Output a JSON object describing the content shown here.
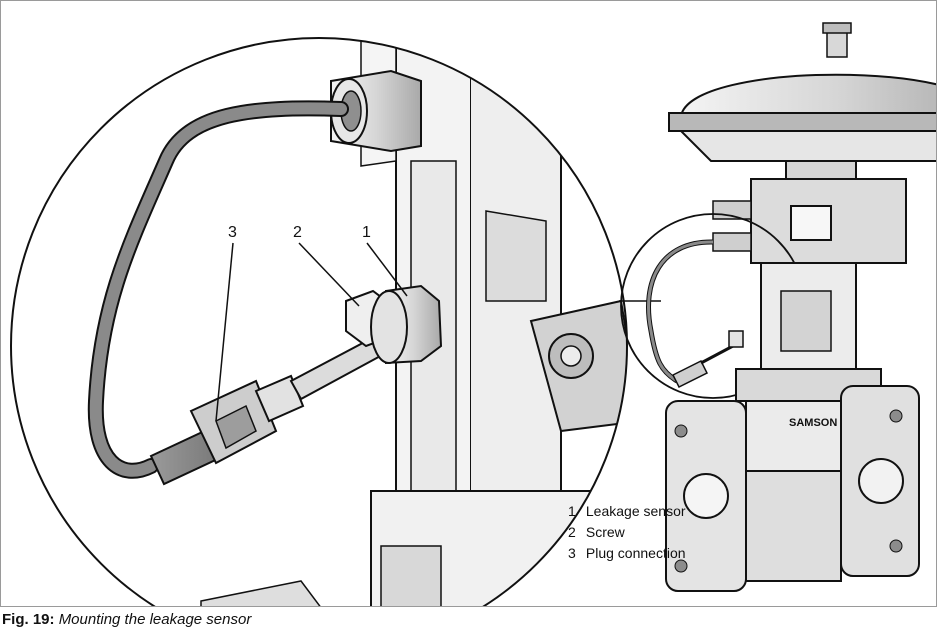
{
  "figure": {
    "label": "Fig. 19:",
    "title": "Mounting the leakage sensor",
    "callouts": [
      "3",
      "2",
      "1"
    ],
    "brand_text": "SAMSON"
  },
  "legend": {
    "items": [
      {
        "num": "1",
        "text": "Leakage sensor"
      },
      {
        "num": "2",
        "text": "Screw"
      },
      {
        "num": "3",
        "text": "Plug connection"
      }
    ]
  },
  "colors": {
    "line": "#111111",
    "metal_light": "#f2f2f2",
    "metal_mid": "#cfcfcf",
    "metal_dark": "#8c8c8c",
    "frame": "#9a9a9a"
  }
}
